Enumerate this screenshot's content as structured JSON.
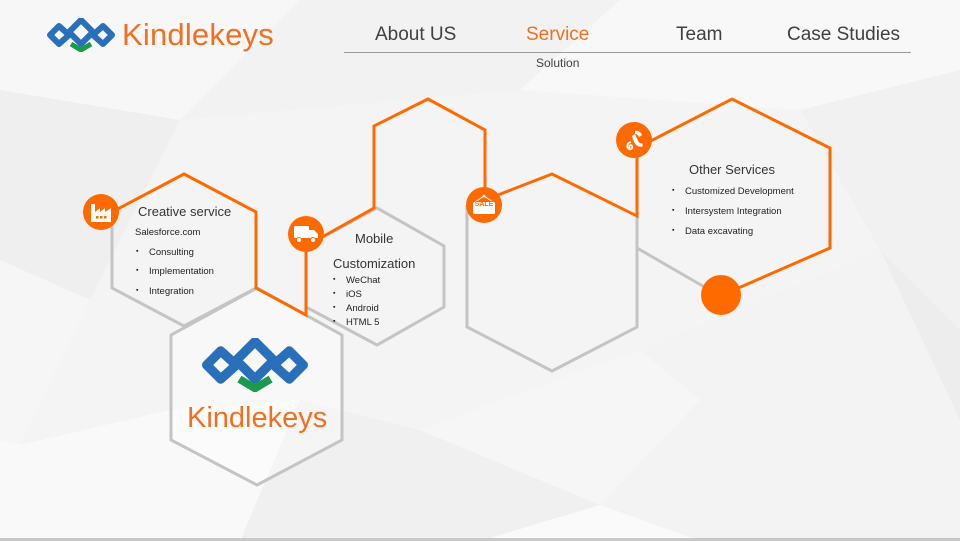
{
  "brand": {
    "name": "Kindlekeys",
    "logo_icon": "kindlekeys-chain-logo-icon",
    "colors": {
      "orange": "#ff6a00",
      "text_orange": "#f07020",
      "blue": "#2a6fba",
      "green": "#1a9a4a",
      "gray_line": "#c4c4c4"
    }
  },
  "nav": {
    "items": [
      {
        "label": "About US",
        "active": false
      },
      {
        "label": "Service",
        "active": true
      },
      {
        "label": "Team",
        "active": false
      },
      {
        "label": "Case Studies",
        "active": false
      }
    ],
    "sub_item": "Solution"
  },
  "services": {
    "creative": {
      "icon": "factory-icon",
      "title": "Creative service",
      "subtitle": "Salesforce.com",
      "items": [
        "Consulting",
        "Implementation",
        "Integration"
      ]
    },
    "mobile": {
      "icon": "truck-icon",
      "title_line1": "Mobile",
      "title_line2": "Customization",
      "items": [
        "WeChat",
        "iOS",
        "Android",
        "HTML 5"
      ]
    },
    "sale": {
      "icon": "sale-sign-icon",
      "icon_label": "SALE"
    },
    "other": {
      "icon": "phone-icon",
      "title": "Other Services",
      "items": [
        "Customized Development",
        "Intersystem Integration",
        "Data excavating"
      ]
    }
  },
  "center_logo": {
    "text": "Kindlekeys"
  }
}
